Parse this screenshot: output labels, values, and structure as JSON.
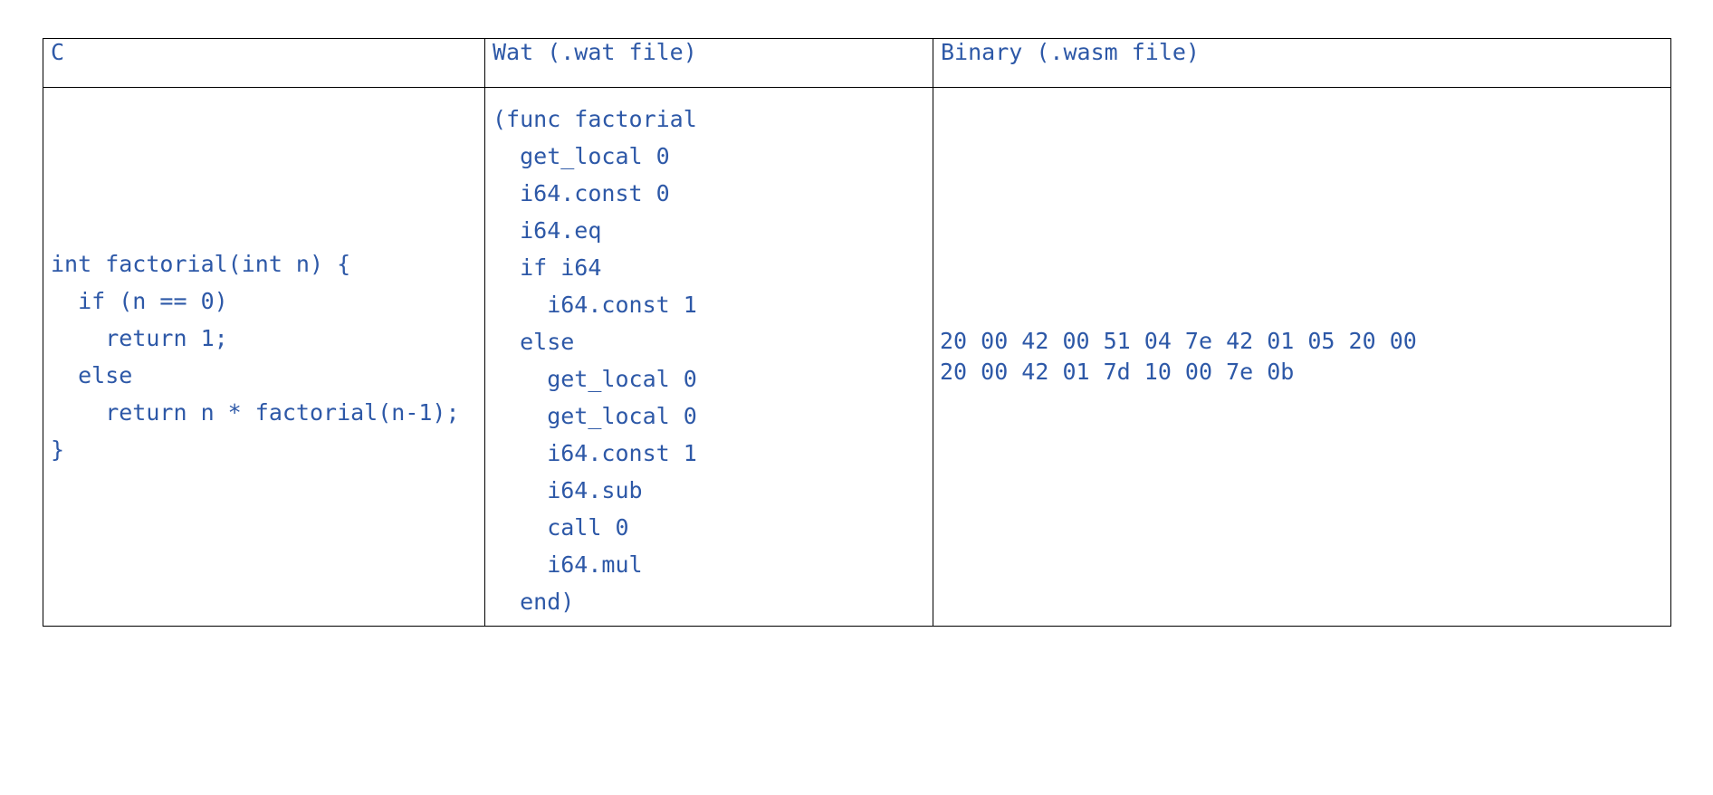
{
  "document": {
    "kind": "comparison-table",
    "background_color": "#ffffff",
    "text_color": "#2D58A7",
    "border_color": "#000000"
  },
  "table": {
    "columns": [
      {
        "id": "c",
        "header": "C"
      },
      {
        "id": "wat",
        "header": "Wat (.wat file)"
      },
      {
        "id": "binary",
        "header": "Binary (.wasm file)"
      }
    ],
    "rows": [
      {
        "c": {
          "align": "center",
          "lines": [
            "int factorial(int n) {",
            "  if (n == 0)",
            "    return 1;",
            "  else",
            "    return n * factorial(n-1);",
            "}"
          ]
        },
        "wat": {
          "align": "top",
          "lines": [
            "(func factorial",
            "  get_local 0",
            "  i64.const 0",
            "  i64.eq",
            "  if i64",
            "    i64.const 1",
            "  else",
            "    get_local 0",
            "    get_local 0",
            "    i64.const 1",
            "    i64.sub",
            "    call 0",
            "    i64.mul",
            "  end)"
          ]
        },
        "binary": {
          "align": "center",
          "lines": [
            "20 00 42 00 51 04 7e 42 01 05 20 00",
            "20 00 42 01 7d 10 00 7e 0b"
          ]
        }
      }
    ]
  }
}
